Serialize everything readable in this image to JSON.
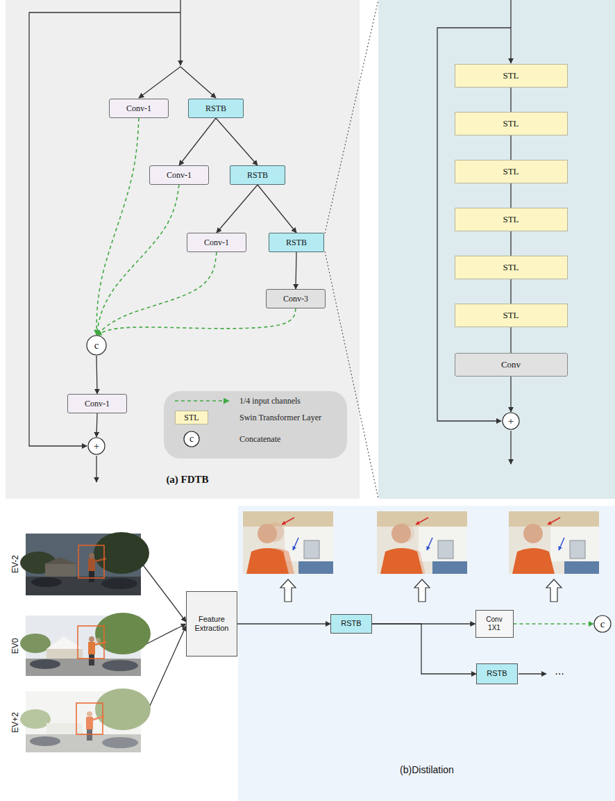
{
  "diagram": {
    "nodes": [
      {
        "text": [
          "Conv-1"
        ]
      },
      {
        "text": [
          "RSTB"
        ]
      },
      {
        "text": [
          "Conv-1"
        ]
      },
      {
        "text": [
          "RSTB"
        ]
      },
      {
        "text": [
          "Conv-1"
        ]
      },
      {
        "text": [
          "RSTB"
        ]
      },
      {
        "text": [
          "Conv-3"
        ]
      },
      {
        "text": [
          "c"
        ]
      },
      {
        "text": [
          "Conv-1"
        ]
      },
      {
        "text": [
          "+"
        ]
      },
      {
        "text": [
          "STL"
        ]
      },
      {
        "text": [
          "STL"
        ]
      },
      {
        "text": [
          "STL"
        ]
      },
      {
        "text": [
          "STL"
        ]
      },
      {
        "text": [
          "STL"
        ]
      },
      {
        "text": [
          "STL"
        ]
      },
      {
        "text": [
          "Conv"
        ]
      },
      {
        "text": [
          "+"
        ]
      },
      {
        "text": [
          "Feature Extraction"
        ]
      },
      {
        "text": [
          "RSTB"
        ]
      },
      {
        "text": [
          "Conv 1X1"
        ]
      },
      {
        "text": [
          "c"
        ]
      },
      {
        "text": [
          "RSTB"
        ]
      }
    ],
    "edges": [
      {
        "from": 1,
        "to": 2,
        "arrow": "to"
      },
      {
        "from": 1,
        "to": 3,
        "arrow": "to"
      },
      {
        "from": 3,
        "to": 4,
        "arrow": "to"
      },
      {
        "from": 3,
        "to": 5,
        "arrow": "to"
      },
      {
        "from": 5,
        "to": 6,
        "arrow": "to"
      },
      {
        "from": 0,
        "to": 7,
        "arrow": "to"
      },
      {
        "from": 2,
        "to": 7,
        "arrow": "to"
      },
      {
        "from": 4,
        "to": 7,
        "arrow": "to"
      },
      {
        "from": 6,
        "to": 7,
        "arrow": "to"
      },
      {
        "from": 7,
        "to": 8,
        "arrow": "to"
      },
      {
        "from": 8,
        "to": 9,
        "arrow": "to"
      },
      {
        "from": 10,
        "to": 11,
        "arrow": "none"
      },
      {
        "from": 11,
        "to": 12,
        "arrow": "none"
      },
      {
        "from": 12,
        "to": 13,
        "arrow": "none"
      },
      {
        "from": 13,
        "to": 14,
        "arrow": "none"
      },
      {
        "from": 14,
        "to": 15,
        "arrow": "none"
      },
      {
        "from": 15,
        "to": 16,
        "arrow": "none"
      },
      {
        "from": 16,
        "to": 17,
        "arrow": "to"
      },
      {
        "from": 18,
        "to": 19,
        "arrow": "to"
      },
      {
        "from": 19,
        "to": 20,
        "arrow": "to"
      },
      {
        "from": 19,
        "to": 22,
        "arrow": "to"
      },
      {
        "from": 20,
        "to": 21,
        "arrow": "to"
      }
    ],
    "labels": [
      "(a) FDTB",
      "STL",
      "c",
      "EV-2",
      "EV0",
      "EV+2",
      "...",
      "(b)Distilation"
    ],
    "legend": [
      {
        "text": "1/4 input channels"
      },
      {
        "text": "Swin Transformer Layer",
        "color": "#fdf6c4"
      },
      {
        "text": "Concatenate"
      }
    ]
  }
}
